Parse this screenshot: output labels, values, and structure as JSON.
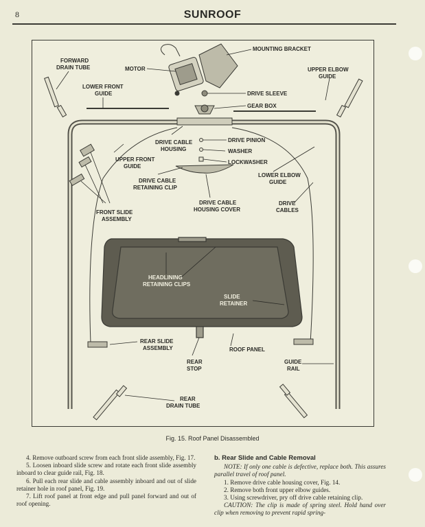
{
  "header": {
    "page_number": "8",
    "title": "SUNROOF"
  },
  "figure": {
    "caption": "Fig. 15. Roof Panel Disassembled",
    "labels": {
      "mounting_bracket": "MOUNTING BRACKET",
      "forward_drain_tube_1": "FORWARD",
      "forward_drain_tube_2": "DRAIN TUBE",
      "motor": "MOTOR",
      "upper_elbow_guide_1": "UPPER ELBOW",
      "upper_elbow_guide_2": "GUIDE",
      "lower_front_guide_1": "LOWER FRONT",
      "lower_front_guide_2": "GUIDE",
      "drive_sleeve": "DRIVE SLEEVE",
      "gear_box": "GEAR BOX",
      "drive_cable_housing_1": "DRIVE CABLE",
      "drive_cable_housing_2": "HOUSING",
      "drive_pinion": "DRIVE PINION",
      "washer": "WASHER",
      "lockwasher": "LOCKWASHER",
      "upper_front_guide_1": "UPPER FRONT",
      "upper_front_guide_2": "GUIDE",
      "drive_cable_retaining_clip_1": "DRIVE CABLE",
      "drive_cable_retaining_clip_2": "RETAINING CLIP",
      "lower_elbow_guide_1": "LOWER ELBOW",
      "lower_elbow_guide_2": "GUIDE",
      "drive_cable_housing_cover_1": "DRIVE CABLE",
      "drive_cable_housing_cover_2": "HOUSING COVER",
      "drive_cables_1": "DRIVE",
      "drive_cables_2": "CABLES",
      "front_slide_assembly_1": "FRONT SLIDE",
      "front_slide_assembly_2": "ASSEMBLY",
      "headlining_retaining_clips_1": "HEADLINING",
      "headlining_retaining_clips_2": "RETAINING CLIPS",
      "slide_retainer_1": "SLIDE",
      "slide_retainer_2": "RETAINER",
      "rear_slide_assembly_1": "REAR SLIDE",
      "rear_slide_assembly_2": "ASSEMBLY",
      "roof_panel": "ROOF PANEL",
      "rear_stop_1": "REAR",
      "rear_stop_2": "STOP",
      "guide_rail_1": "GUIDE",
      "guide_rail_2": "RAIL",
      "rear_drain_tube_1": "REAR",
      "rear_drain_tube_2": "DRAIN TUBE"
    }
  },
  "left_column": [
    "4. Remove outboard screw from each front slide assembly, Fig. 17.",
    "5. Loosen inboard slide screw and rotate each front slide assembly inboard to clear guide rail, Fig. 18.",
    "6. Pull each rear slide and cable assembly inboard and out of slide retainer hole in roof panel, Fig. 19.",
    "7. Lift roof panel at front edge and pull panel forward and out of roof opening."
  ],
  "right_column": {
    "heading": "b. Rear Slide and Cable Removal",
    "note": "NOTE: If only one cable is defective, replace both. This assures parallel travel of roof panel.",
    "steps": [
      "1. Remove drive cable housing cover, Fig. 14.",
      "2. Remove both front upper elbow guides.",
      "3. Using screwdriver, pry off drive cable retaining clip."
    ],
    "caution": "CAUTION: The clip is made of spring steel. Hold hand over clip when removing to prevent rapid spring-"
  }
}
